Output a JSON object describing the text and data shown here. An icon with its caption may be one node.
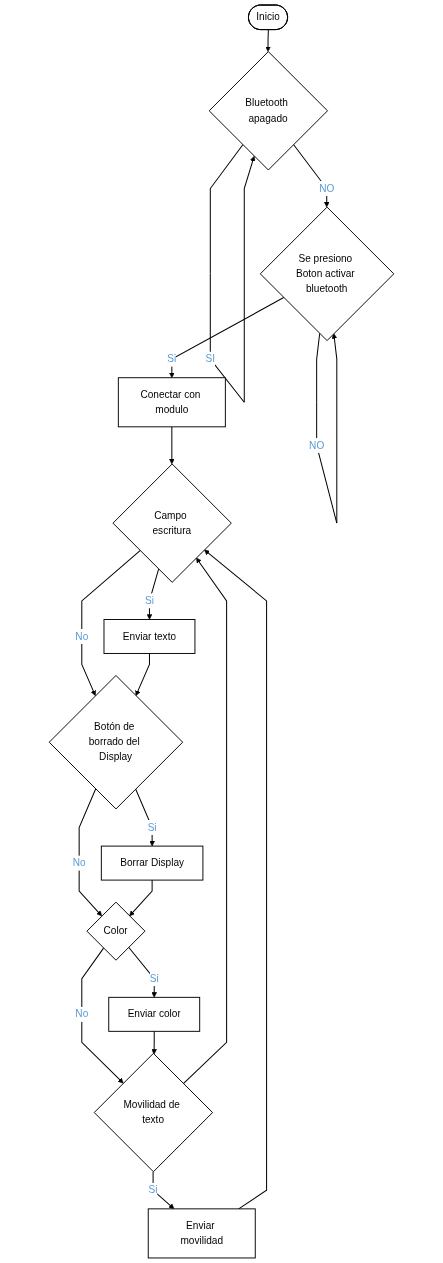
{
  "diagram": {
    "nodes": [
      {
        "text": [
          "Inicio"
        ]
      },
      {
        "text": [
          "Bluetooth apagado"
        ]
      },
      {
        "text": [
          "Se presiono Boton activar bluetooth"
        ]
      },
      {
        "text": [
          "Conectar con modulo"
        ]
      },
      {
        "text": [
          "Campo escritura"
        ]
      },
      {
        "text": [
          "Enviar texto"
        ]
      },
      {
        "text": [
          "Botón de borrado del Display"
        ]
      },
      {
        "text": [
          "Borrar Display"
        ]
      },
      {
        "text": [
          "Color"
        ]
      },
      {
        "text": [
          "Enviar color"
        ]
      },
      {
        "text": [
          "Movilidad de texto"
        ]
      },
      {
        "text": [
          "Enviar movilidad"
        ]
      }
    ],
    "edges": [
      {
        "from": 0,
        "to": 1,
        "arrow": "to"
      },
      {
        "from": 1,
        "to": 1,
        "label": "SI",
        "arrow": "to"
      },
      {
        "from": 1,
        "to": 2,
        "label": "NO",
        "arrow": "to"
      },
      {
        "from": 2,
        "to": 2,
        "label": "NO",
        "arrow": "to"
      },
      {
        "from": 2,
        "to": 3,
        "label": "Si",
        "arrow": "to"
      },
      {
        "from": 3,
        "to": 4,
        "arrow": "to"
      },
      {
        "from": 4,
        "to": 5,
        "label": "Si",
        "arrow": "to"
      },
      {
        "from": 4,
        "to": 6,
        "label": "No",
        "arrow": "to"
      },
      {
        "from": 5,
        "to": 6,
        "arrow": "to"
      },
      {
        "from": 6,
        "to": 7,
        "label": "Si",
        "arrow": "to"
      },
      {
        "from": 6,
        "to": 8,
        "label": "No",
        "arrow": "to"
      },
      {
        "from": 7,
        "to": 8,
        "arrow": "to"
      },
      {
        "from": 8,
        "to": 9,
        "label": "Si",
        "arrow": "to"
      },
      {
        "from": 8,
        "to": 10,
        "label": "No",
        "arrow": "to"
      },
      {
        "from": 9,
        "to": 10,
        "arrow": "to"
      },
      {
        "from": 10,
        "to": 11,
        "label": "Si",
        "arrow": "to"
      },
      {
        "from": 10,
        "to": 4,
        "arrow": "to"
      },
      {
        "from": 11,
        "to": 4,
        "arrow": "to"
      }
    ]
  }
}
